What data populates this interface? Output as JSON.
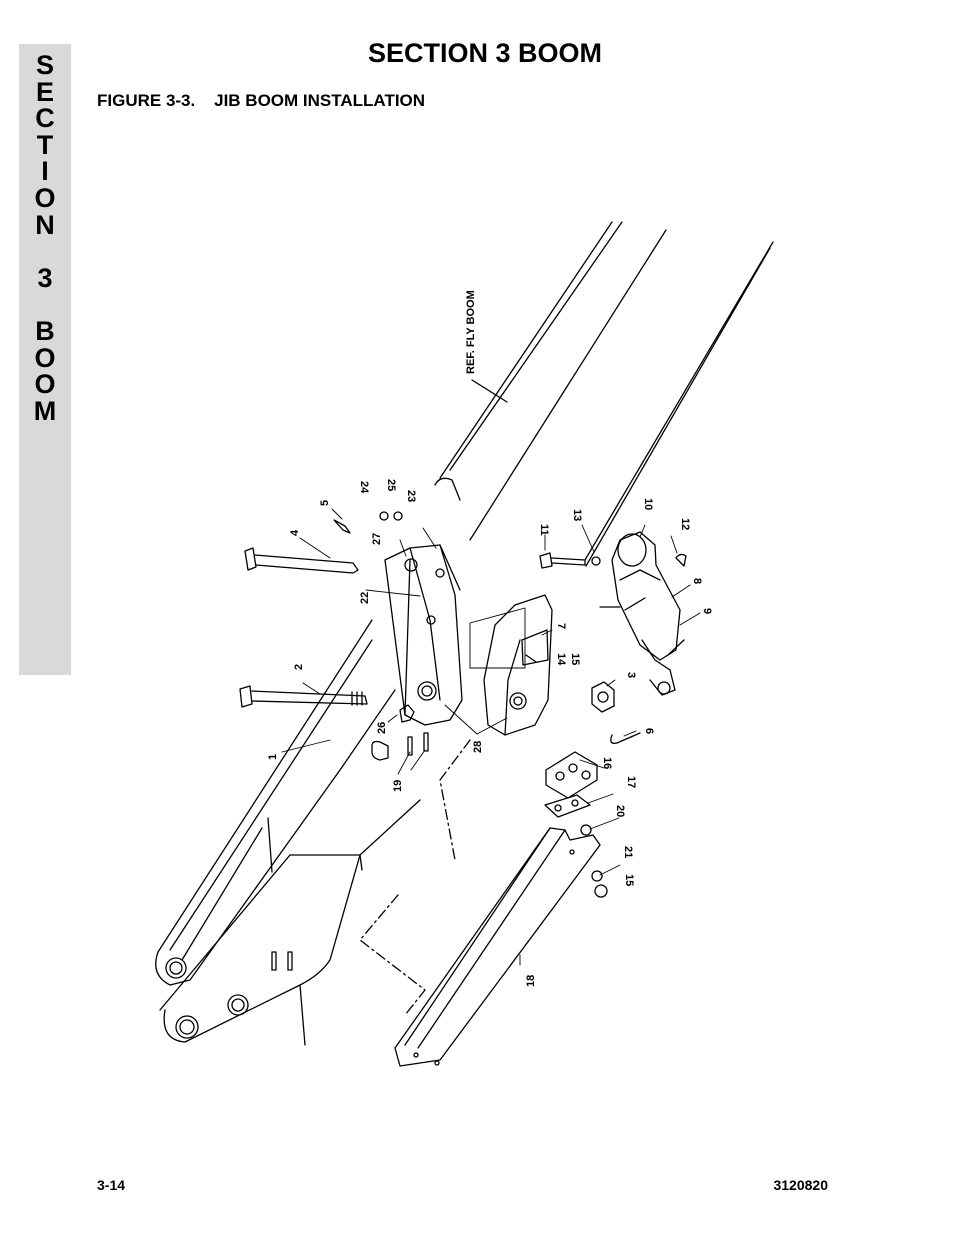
{
  "side_tab": {
    "letters": [
      "S",
      "E",
      "C",
      "T",
      "I",
      "O",
      "N",
      "",
      "3",
      "",
      "B",
      "O",
      "O",
      "M"
    ]
  },
  "header": {
    "section_title": "SECTION 3  BOOM",
    "figure_title": "FIGURE 3-3.    JIB BOOM INSTALLATION"
  },
  "diagram": {
    "ref_label": "REF. FLY BOOM",
    "callouts": [
      {
        "id": "c1",
        "text": "1"
      },
      {
        "id": "c2",
        "text": "2"
      },
      {
        "id": "c3",
        "text": "3"
      },
      {
        "id": "c4",
        "text": "4"
      },
      {
        "id": "c5",
        "text": "5"
      },
      {
        "id": "c6",
        "text": "6"
      },
      {
        "id": "c7",
        "text": "7"
      },
      {
        "id": "c8",
        "text": "8"
      },
      {
        "id": "c9",
        "text": "9"
      },
      {
        "id": "c10",
        "text": "10"
      },
      {
        "id": "c11",
        "text": "11"
      },
      {
        "id": "c12",
        "text": "12"
      },
      {
        "id": "c13",
        "text": "13"
      },
      {
        "id": "c14",
        "text": "14"
      },
      {
        "id": "c15a",
        "text": "15"
      },
      {
        "id": "c15b",
        "text": "15"
      },
      {
        "id": "c16",
        "text": "16"
      },
      {
        "id": "c17",
        "text": "17"
      },
      {
        "id": "c18",
        "text": "18"
      },
      {
        "id": "c19",
        "text": "19"
      },
      {
        "id": "c20",
        "text": "20"
      },
      {
        "id": "c21",
        "text": "21"
      },
      {
        "id": "c22",
        "text": "22"
      },
      {
        "id": "c23",
        "text": "23"
      },
      {
        "id": "c24",
        "text": "24"
      },
      {
        "id": "c25",
        "text": "25"
      },
      {
        "id": "c26",
        "text": "26"
      },
      {
        "id": "c27",
        "text": "27"
      },
      {
        "id": "c28",
        "text": "28"
      }
    ]
  },
  "footer": {
    "page_number": "3-14",
    "doc_number": "3120820"
  }
}
